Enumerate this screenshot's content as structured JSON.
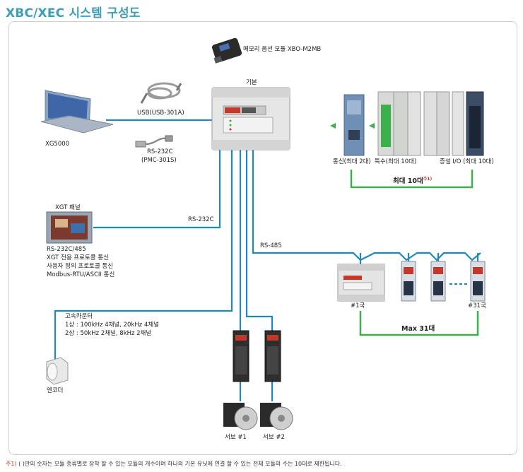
{
  "title": "XBC/XEC 시스템 구성도",
  "labels": {
    "memory_module": "메모리 옵션 모듈  XBO-M2MB",
    "basic": "기본",
    "usb": "USB(USB-301A)",
    "rs232c_cable": "RS-232C",
    "pmc": "(PMC-301S)",
    "xg5000": "XG5000",
    "comm_max": "통신(최대 2대)",
    "special_max": "특수(최대 10대)",
    "io_max": "증설 I/O (최대 10대)",
    "max10": "최대  10대",
    "max10_note": "주1)",
    "xgt_panel": "XGT 패널",
    "rs232c_line": "RS-232C",
    "rs485_line": "RS-485",
    "panel_desc_1": "RS-232C/485",
    "panel_desc_2": "XGT 전용 프로토콜 통신",
    "panel_desc_3": "사용자 정의 프로토콜 통신",
    "panel_desc_4": "Modbus-RTU/ASCII 통신",
    "station1": "#1국",
    "station31": "#31국",
    "max31": "Max  31대",
    "counter_title": "고속카운터",
    "counter_1": "1상 : 100kHz 4채널, 20kHz 4채널",
    "counter_2": "2상 : 50kHz 2채널, 8kHz 2채널",
    "encoder": "엔코더",
    "servo1": "서보  #1",
    "servo2": "서보  #2"
  },
  "footnote": {
    "mark": "주1)",
    "text": "(  )안의 숫자는 모듈 종류별로 장착 할 수 있는 모듈의 개수이며 하나의 기본 유닛에 연결 할 수 있는 전체 모듈의 수는 10대로 제한됩니다."
  },
  "colors": {
    "title": "#3d9fb5",
    "line_blue": "#1f88c2",
    "line_green": "#3cb04a",
    "note_red": "#d0352b"
  }
}
